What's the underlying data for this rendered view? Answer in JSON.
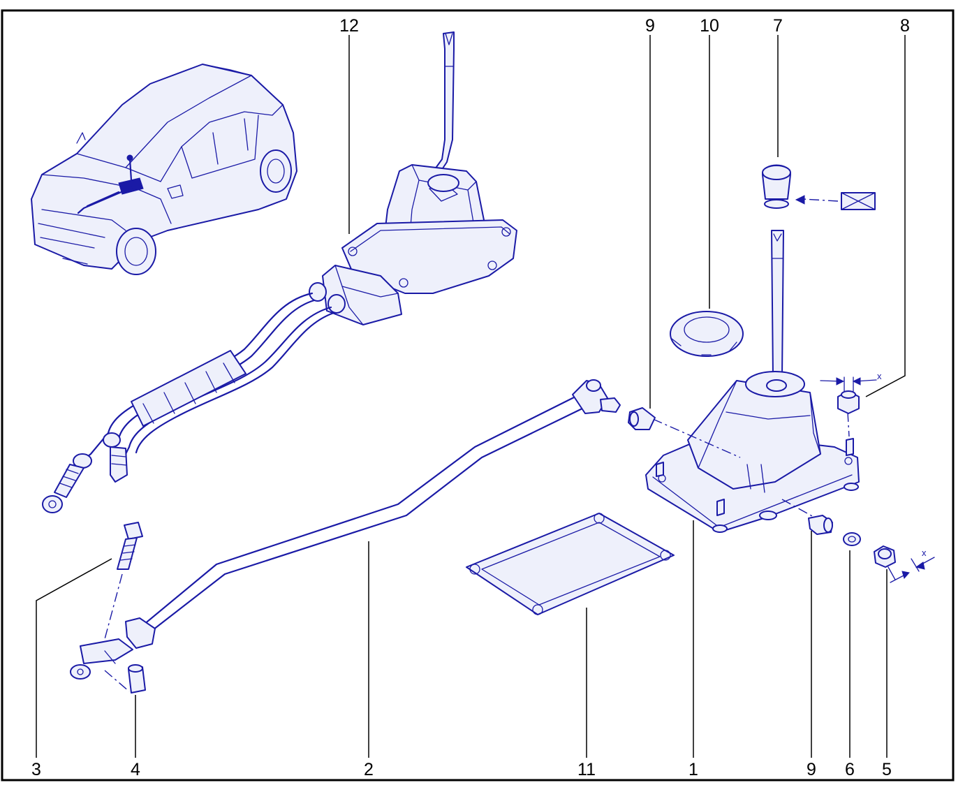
{
  "callouts": [
    {
      "id": "1",
      "text": "1"
    },
    {
      "id": "2",
      "text": "2"
    },
    {
      "id": "3",
      "text": "3"
    },
    {
      "id": "4",
      "text": "4"
    },
    {
      "id": "5",
      "text": "5"
    },
    {
      "id": "6",
      "text": "6"
    },
    {
      "id": "7",
      "text": "7"
    },
    {
      "id": "8",
      "text": "8"
    },
    {
      "id": "9a",
      "text": "9"
    },
    {
      "id": "9b",
      "text": "9"
    },
    {
      "id": "10",
      "text": "10"
    },
    {
      "id": "11",
      "text": "11"
    },
    {
      "id": "12",
      "text": "12"
    }
  ],
  "dimension_marks": {
    "nut_width_top": "x",
    "nut_width_bottom": "x"
  },
  "colors": {
    "line": "#1a1aa6",
    "frame": "#000000",
    "fill_light": "#eef0fb",
    "background": "#ffffff"
  }
}
